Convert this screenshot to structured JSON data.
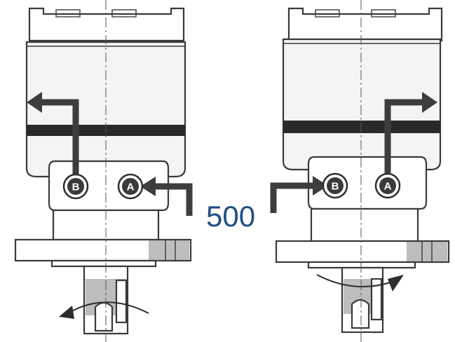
{
  "label": "500",
  "ports": {
    "a": "A",
    "b": "B"
  },
  "colors": {
    "label": "#1f4f86",
    "line": "#3a3a3a",
    "arrow": "#3d3d3d"
  }
}
